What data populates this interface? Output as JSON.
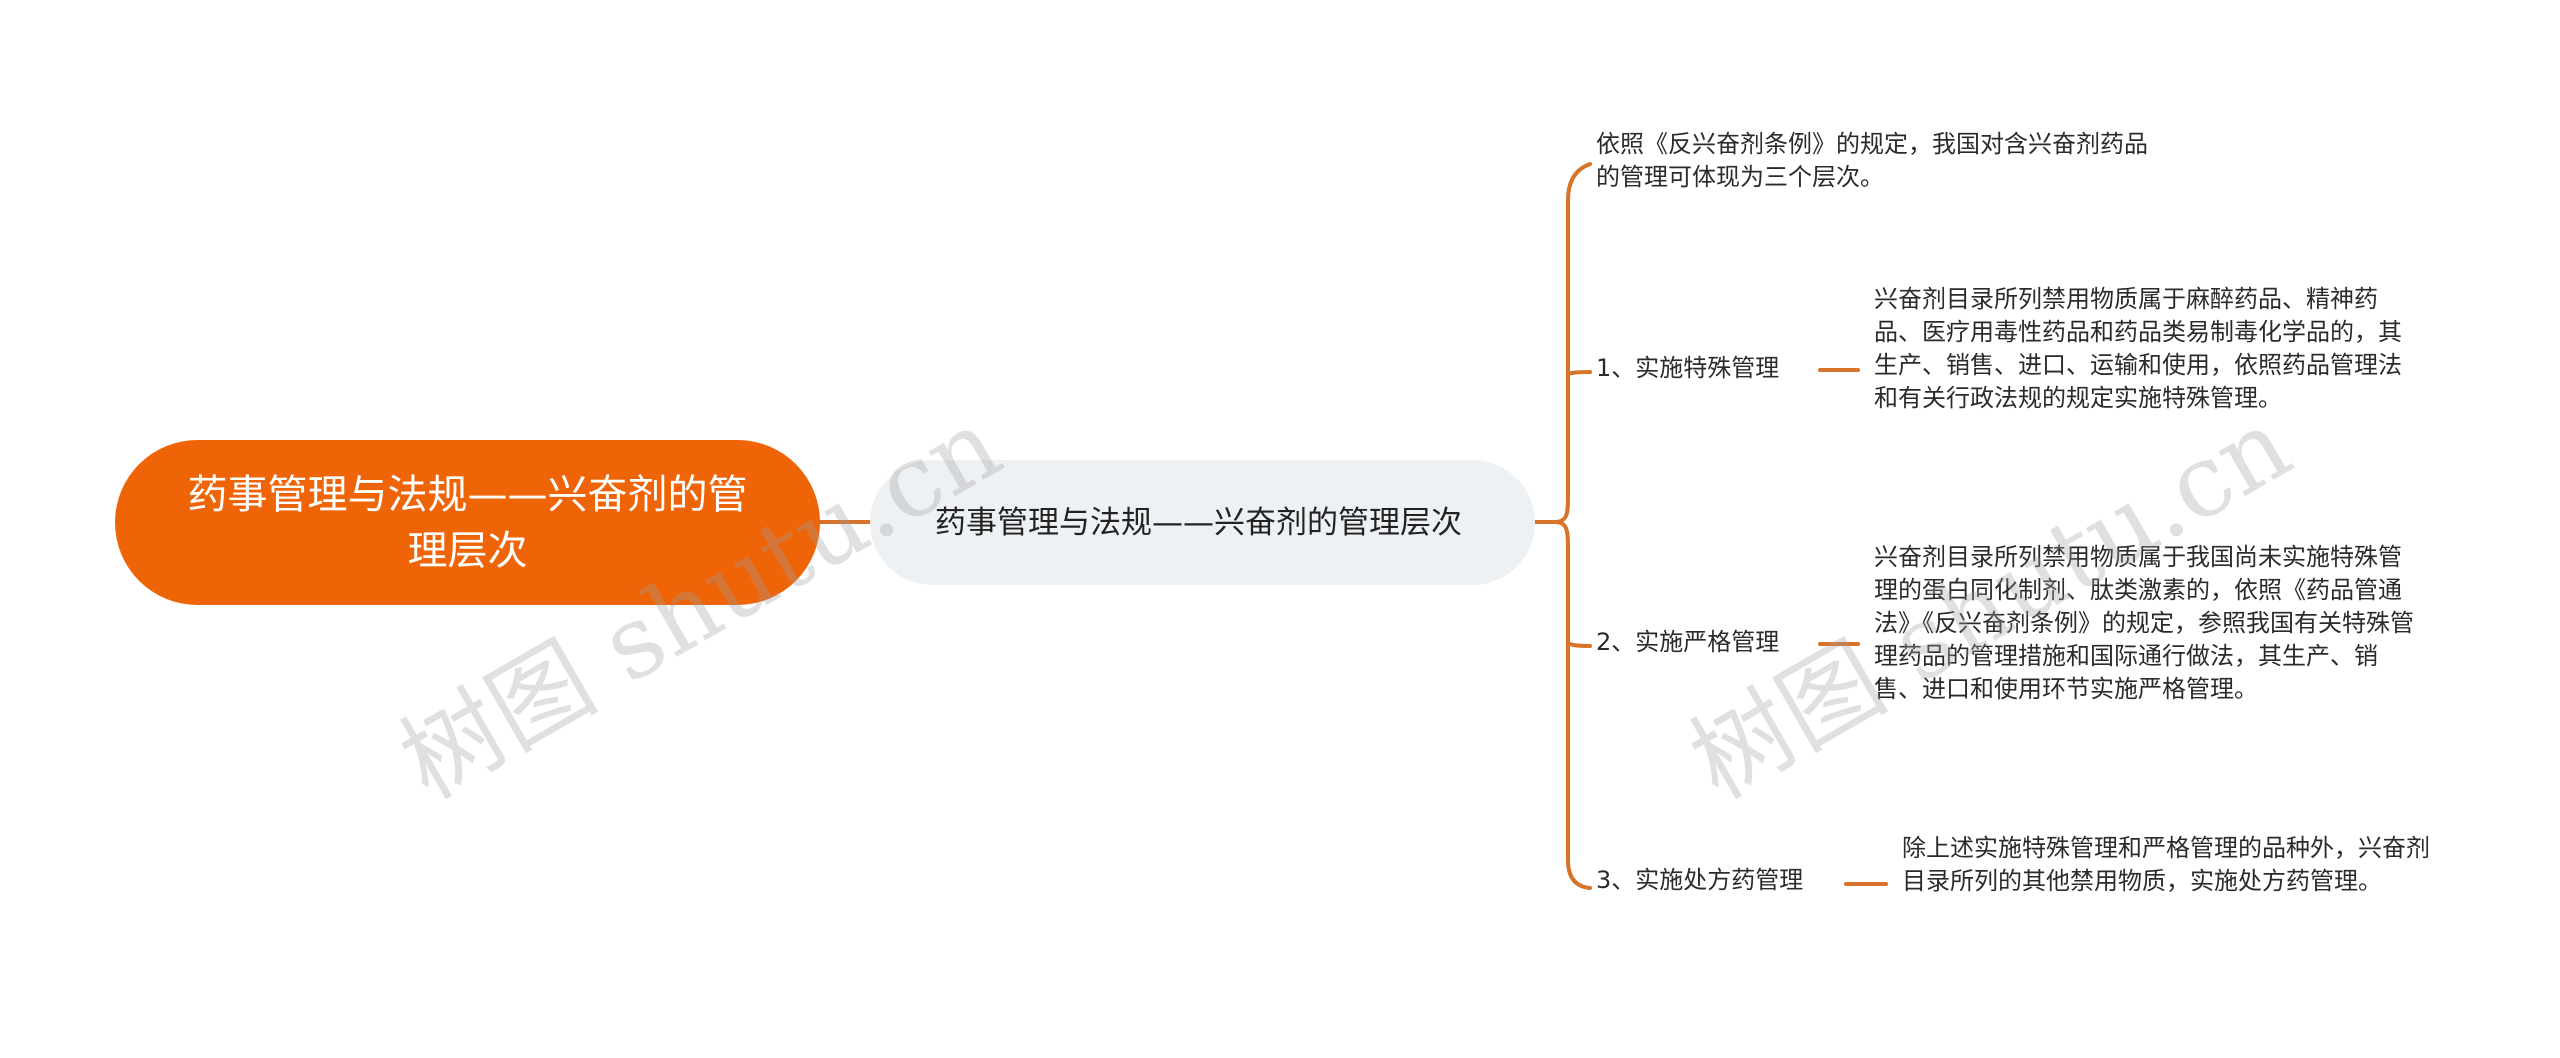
{
  "colors": {
    "accent": "#ee6407",
    "connector": "#d8732a",
    "topic_bg": "#eef1f4",
    "text": "#2b2b2b"
  },
  "root": {
    "label": "药事管理与法规——兴奋剂的管理层次"
  },
  "topic": {
    "label": "药事管理与法规——兴奋剂的管理层次"
  },
  "intro": {
    "text": "依照《反兴奋剂条例》的规定，我国对含兴奋剂药品的管理可体现为三个层次。"
  },
  "branches": [
    {
      "label": "1、实施特殊管理",
      "detail": "兴奋剂目录所列禁用物质属于麻醉药品、精神药品、医疗用毒性药品和药品类易制毒化学品的，其生产、销售、进口、运输和使用，依照药品管理法和有关行政法规的规定实施特殊管理。"
    },
    {
      "label": "2、实施严格管理",
      "detail": "兴奋剂目录所列禁用物质属于我国尚未实施特殊管理的蛋白同化制剂、肽类激素的，依照《药品管通法》《反兴奋剂条例》的规定，参照我国有关特殊管理药品的管理措施和国际通行做法，其生产、销售、进口和使用环节实施严格管理。"
    },
    {
      "label": "3、实施处方药管理",
      "detail": "除上述实施特殊管理和严格管理的品种外，兴奋剂目录所列的其他禁用物质，实施处方药管理。"
    }
  ],
  "watermark": {
    "text": "树图 shutu.cn"
  }
}
